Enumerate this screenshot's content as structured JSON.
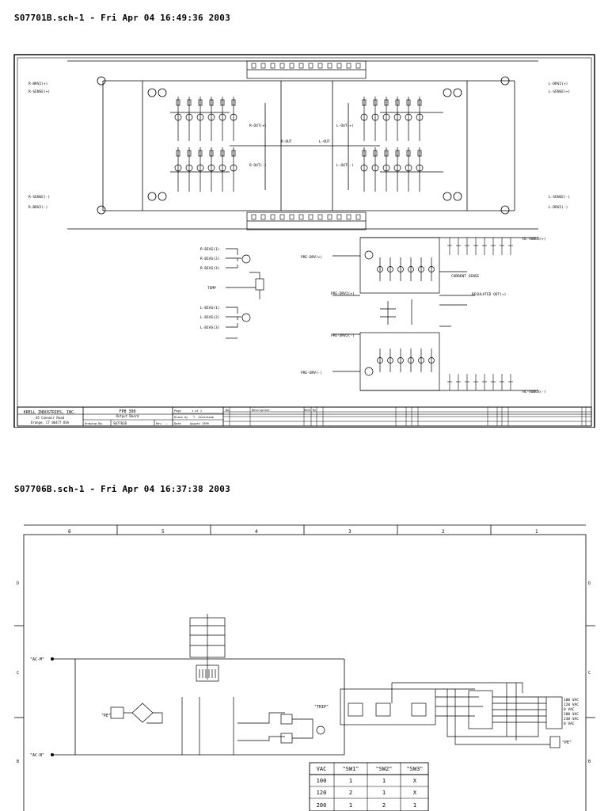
{
  "sheet1": {
    "header": "S07701B.sch-1 - Fri Apr 04 16:49:36 2003",
    "nets_left": [
      "R-BRV2(+)",
      "R-SENSE(+)",
      "R-SENSE(-)",
      "R-BRV2(-)",
      "R-OUT",
      "R-OUT(-)",
      "R-OUT(+)"
    ],
    "nets_right": [
      "L-DRV2(+)",
      "L-SENSE(+)",
      "L-SENSE(-)",
      "L-DRV2(-)",
      "L-OUT",
      "L-OUT(+)",
      "L-OUT(-)"
    ],
    "bias": [
      "R-BIAS(1)",
      "R-BIAS(2)",
      "R-BIAS(3)",
      "TEMP",
      "L-BIAS(1)",
      "L-BIAS(2)",
      "L-BIAS(3)"
    ],
    "supply": [
      "HC-V0BUS(+)",
      "HC-V0BUS(-)",
      "PRE-DRV(+)",
      "PRE-DRV(-)",
      "PRE-DRV2(+)",
      "PRE-DRV2(-)",
      "CURRENT SENSE",
      "REGULATED OUT(+)"
    ],
    "title_block": {
      "company": "KRELL INDUSTRIES, INC.",
      "address1": "45 Connair Road",
      "address2": "Orange, CT 06477 USA",
      "title": "FPB 300",
      "subtitle": "Output Board",
      "drawing_no_label": "Drawing No.",
      "drawing_no": "S07701B",
      "rev_label": "Rev.",
      "rev": "—",
      "page_label": "Page",
      "page": "1 of 1",
      "drawn_label": "Drawn by",
      "drawn": "T. Osterbaum",
      "date_label": "Date",
      "date": "August 1999",
      "rev_col_no": "No.",
      "rev_col_desc": "Description",
      "rev_col_date": "Date",
      "rev_col_by": "By"
    }
  },
  "sheet2": {
    "header": "S07706B.sch-1 - Fri Apr 04 16:37:38 2003",
    "zones_top": [
      "6",
      "5",
      "4",
      "3",
      "2",
      "1"
    ],
    "zones_side": [
      "D",
      "C",
      "B"
    ],
    "labels": [
      "\"AC-M\"",
      "\"AC-N\"",
      "\"TRIP\"",
      "\"PE\"",
      "\"PE\""
    ],
    "vac_taps": [
      "100 VAC",
      "120 VAC",
      "0 VAC",
      "200 VAC",
      "230 VAC",
      "0 VAC"
    ],
    "table": {
      "headers": [
        "VAC",
        "\"SW1\"",
        "\"SW2\"",
        "\"SW3\""
      ],
      "rows": [
        [
          "100",
          "1",
          "1",
          "X"
        ],
        [
          "120",
          "2",
          "1",
          "X"
        ],
        [
          "200",
          "1",
          "2",
          "1"
        ]
      ]
    }
  }
}
